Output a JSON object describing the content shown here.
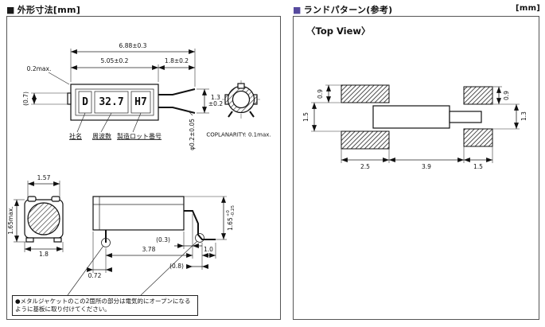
{
  "left": {
    "bullet": "■",
    "title": "外形寸法[mm]",
    "top_view": {
      "dim_total": "6.88±0.3",
      "dim_body": "5.05±0.2",
      "dim_lead": "1.8±0.2",
      "dim_seam": "0.2max.",
      "dim_tab": "(0.7)",
      "marking": {
        "company": "D",
        "frequency": "32.7",
        "lot": "H7"
      },
      "labels": {
        "company": "社名",
        "frequency": "周波数",
        "lot": "製造ロット番号"
      },
      "dim_lead_spread": {
        "value": "1.3",
        "tol": "±0.2"
      },
      "dim_lead_dia": "φ0.2±0.05",
      "coplanarity": "COPLANARITY: 0.1max."
    },
    "end_view": {
      "dim_inner_width": "1.57",
      "dim_height": "1.65max.",
      "dim_width": "1.8"
    },
    "side_view": {
      "dim_offset_03": "(0.3)",
      "dim_length_378": "3.78",
      "dim_bend_08": "(0.8)",
      "dim_offset_072": "0.72",
      "dim_foot_10": "1.0",
      "dim_height": {
        "value": "1.65",
        "tol_plus": "+0",
        "tol_minus": "-0.25"
      }
    },
    "note": "●メタルジャケットのこの2箇所の部分は電気的にオープンになるように基板に取り付けてください。"
  },
  "right": {
    "bullet": "■",
    "title": "ランドパターン(参考)",
    "unit": "[mm]",
    "heading": "〈Top View〉",
    "dims": {
      "pad_height_left": "0.9",
      "pad_gap_left": "1.5",
      "pad_height_right": "0.9",
      "pad_gap_right": "1.3",
      "pad_width_left": "2.5",
      "center_span": "3.9",
      "pad_width_right": "1.5"
    }
  },
  "colors": {
    "right_bullet": "#564a9e",
    "line": "#111111",
    "background": "#ffffff"
  }
}
